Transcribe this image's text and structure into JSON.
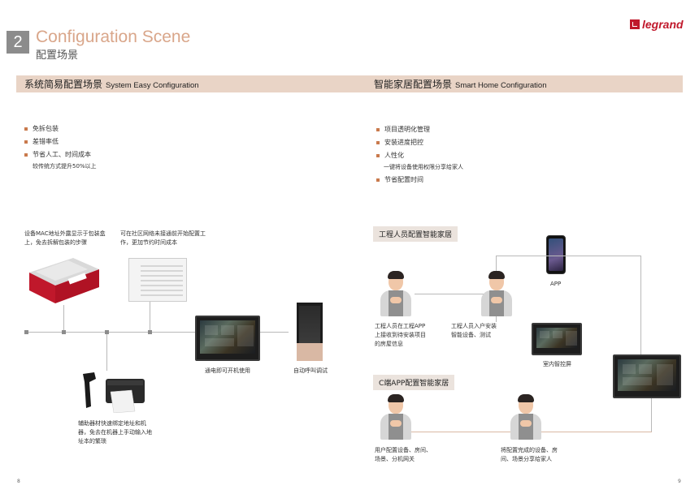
{
  "header": {
    "section_number": "2",
    "title_en": "Configuration Scene",
    "title_cn": "配置场景",
    "logo_text": "legrand"
  },
  "left": {
    "section_cn": "系统简易配置场景",
    "section_en": "System Easy Configuration",
    "bullets": [
      "免拆包装",
      "差错率低",
      "节省人工、时间成本"
    ],
    "bullet_note": "较传统方式提升50%以上",
    "cap_mac": [
      "设备MAC地址外露显示于包装盒",
      "上，免去拆解包装的步骤"
    ],
    "cap_offline": [
      "可在社区网络未接通前开始配置工",
      "作，更加节约时间成本"
    ],
    "cap_power": "通电即可开机使用",
    "cap_call": "自动呼叫调试",
    "cap_tools": [
      "辅助器材快速绑定地址和机",
      "器，免去在机器上手动输入地",
      "址本的繁琐"
    ]
  },
  "right": {
    "section_cn": "智能家居配置场景",
    "section_en": "Smart Home Configuration",
    "bullets": [
      "项目透明化管理",
      "安装进度把控",
      "人性化"
    ],
    "bullet_note": "一键将设备使用权限分享给家人",
    "bullet_last": "节省配置时间",
    "sub1_label": "工程人员配置智能家居",
    "app_label": "APP",
    "cap_eng1": [
      "工程人员在工程APP",
      "上接收到待安装项目",
      "的房屋信息"
    ],
    "cap_eng2": [
      "工程人员入户安装",
      "智能设备、测试"
    ],
    "cap_panel": "室内智控屏",
    "sub2_label": "C端APP配置智能家居",
    "cap_user1": [
      "用户配置设备、房间、",
      "场景、分机网关"
    ],
    "cap_user2": [
      "将配置完成的设备、房",
      "间、场景分享给家人"
    ]
  },
  "page_left": "8",
  "page_right": "9",
  "colors": {
    "accent": "#d9a68a",
    "band": "#e9d4c6",
    "brand": "#c0182b",
    "bullet": "#c97a4d"
  }
}
